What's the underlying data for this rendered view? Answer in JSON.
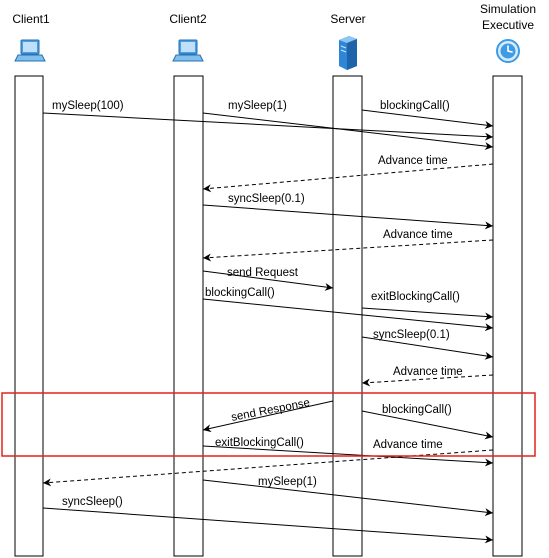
{
  "actors": [
    {
      "id": "client1",
      "name": "Client1",
      "icon": "laptop-icon"
    },
    {
      "id": "client2",
      "name": "Client2",
      "icon": "laptop-icon"
    },
    {
      "id": "server",
      "name": "Server",
      "icon": "server-icon"
    },
    {
      "id": "sim",
      "name": "Simulation Executive",
      "name_lines": [
        "Simulation",
        "Executive"
      ],
      "icon": "clock-icon"
    }
  ],
  "messages": [
    {
      "label": "mySleep(100)",
      "from": "client1",
      "to": "sim",
      "style": "solid"
    },
    {
      "label": "mySleep(1)",
      "from": "client2",
      "to": "sim",
      "style": "solid"
    },
    {
      "label": "blockingCall()",
      "from": "server",
      "to": "sim",
      "style": "solid"
    },
    {
      "label": "Advance time",
      "from": "sim",
      "to": "client2",
      "style": "dashed"
    },
    {
      "label": "syncSleep(0.1)",
      "from": "client2",
      "to": "sim",
      "style": "solid"
    },
    {
      "label": "Advance time",
      "from": "sim",
      "to": "client2",
      "style": "dashed"
    },
    {
      "label": "send Request",
      "from": "client2",
      "to": "server",
      "style": "solid"
    },
    {
      "label": "blockingCall()",
      "from": "client2",
      "to": "sim",
      "style": "solid"
    },
    {
      "label": "exitBlockingCall()",
      "from": "server",
      "to": "sim",
      "style": "solid"
    },
    {
      "label": "syncSleep(0.1)",
      "from": "server",
      "to": "sim",
      "style": "solid"
    },
    {
      "label": "Advance time",
      "from": "sim",
      "to": "server",
      "style": "dashed"
    },
    {
      "label": "send Response",
      "from": "server",
      "to": "client2",
      "style": "solid"
    },
    {
      "label": "blockingCall()",
      "from": "server",
      "to": "sim",
      "style": "solid"
    },
    {
      "label": "exitBlockingCall()",
      "from": "client2",
      "to": "sim",
      "style": "solid"
    },
    {
      "label": "Advance time",
      "from": "sim",
      "to": "client1",
      "style": "dashed"
    },
    {
      "label": "mySleep(1)",
      "from": "client2",
      "to": "sim",
      "style": "solid"
    },
    {
      "label": "syncSleep()",
      "from": "client1",
      "to": "sim",
      "style": "solid"
    }
  ],
  "highlight": {
    "color": "#e3221c"
  },
  "colors": {
    "laptop": "#4a9de0",
    "server": "#2f86d6",
    "clock": "#3e9be6"
  }
}
